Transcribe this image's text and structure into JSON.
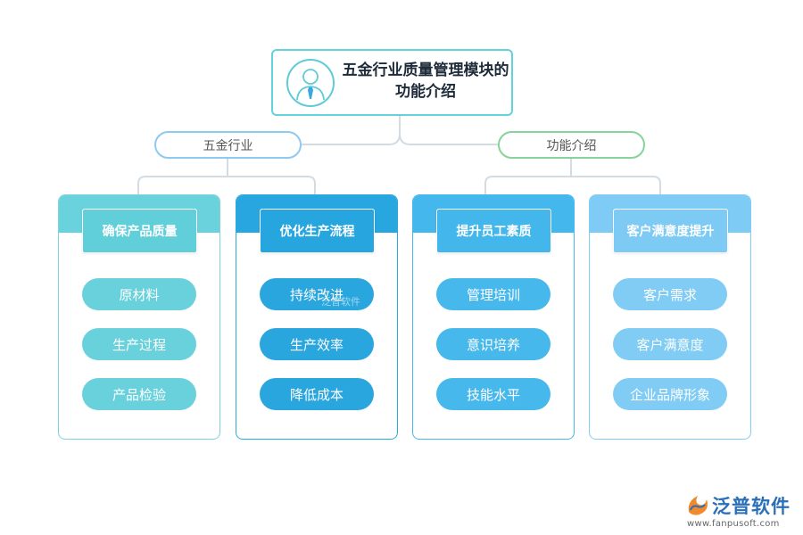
{
  "root": {
    "title": "五金行业质量管理模块的功能介绍"
  },
  "branches": [
    {
      "label": "五金行业"
    },
    {
      "label": "功能介绍"
    }
  ],
  "cards": [
    {
      "title": "确保产品质量",
      "items": [
        "原材料",
        "生产过程",
        "产品检验"
      ]
    },
    {
      "title": "优化生产流程",
      "items": [
        "持续改进",
        "生产效率",
        "降低成本"
      ]
    },
    {
      "title": "提升员工素质",
      "items": [
        "管理培训",
        "意识培养",
        "技能水平"
      ]
    },
    {
      "title": "客户满意度提升",
      "items": [
        "客户需求",
        "客户满意度",
        "企业品牌形象"
      ]
    }
  ],
  "watermark": "泛普软件",
  "brand": {
    "name": "泛普软件",
    "url": "www.fanpusoft.com"
  },
  "colors": {
    "card1": "#68d1db",
    "card2": "#2aa6df",
    "card3": "#47b8ec",
    "card4": "#80ccf4",
    "connector": "#d5dce4",
    "brand": "#2a6fb8"
  },
  "icons": {
    "root": "person-with-tie-icon",
    "brand": "fanpu-logo-icon"
  }
}
